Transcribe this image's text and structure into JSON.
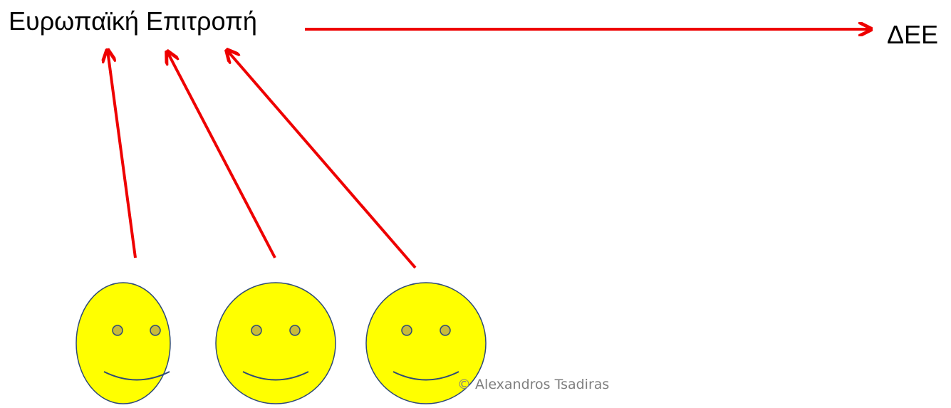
{
  "labels": {
    "source": "Ευρωπαϊκή Επιτροπή",
    "target": "ΔΕΕ"
  },
  "footer": {
    "copyright": "© Alexandros Tsadiras"
  },
  "faces": [
    {
      "name": "smiley-face-1"
    },
    {
      "name": "smiley-face-2"
    },
    {
      "name": "smiley-face-3"
    }
  ],
  "colors": {
    "arrow": "#ee0000",
    "face_fill": "#ffff00",
    "face_stroke": "#2e4a78",
    "eye_fill": "#c8bb3a"
  }
}
